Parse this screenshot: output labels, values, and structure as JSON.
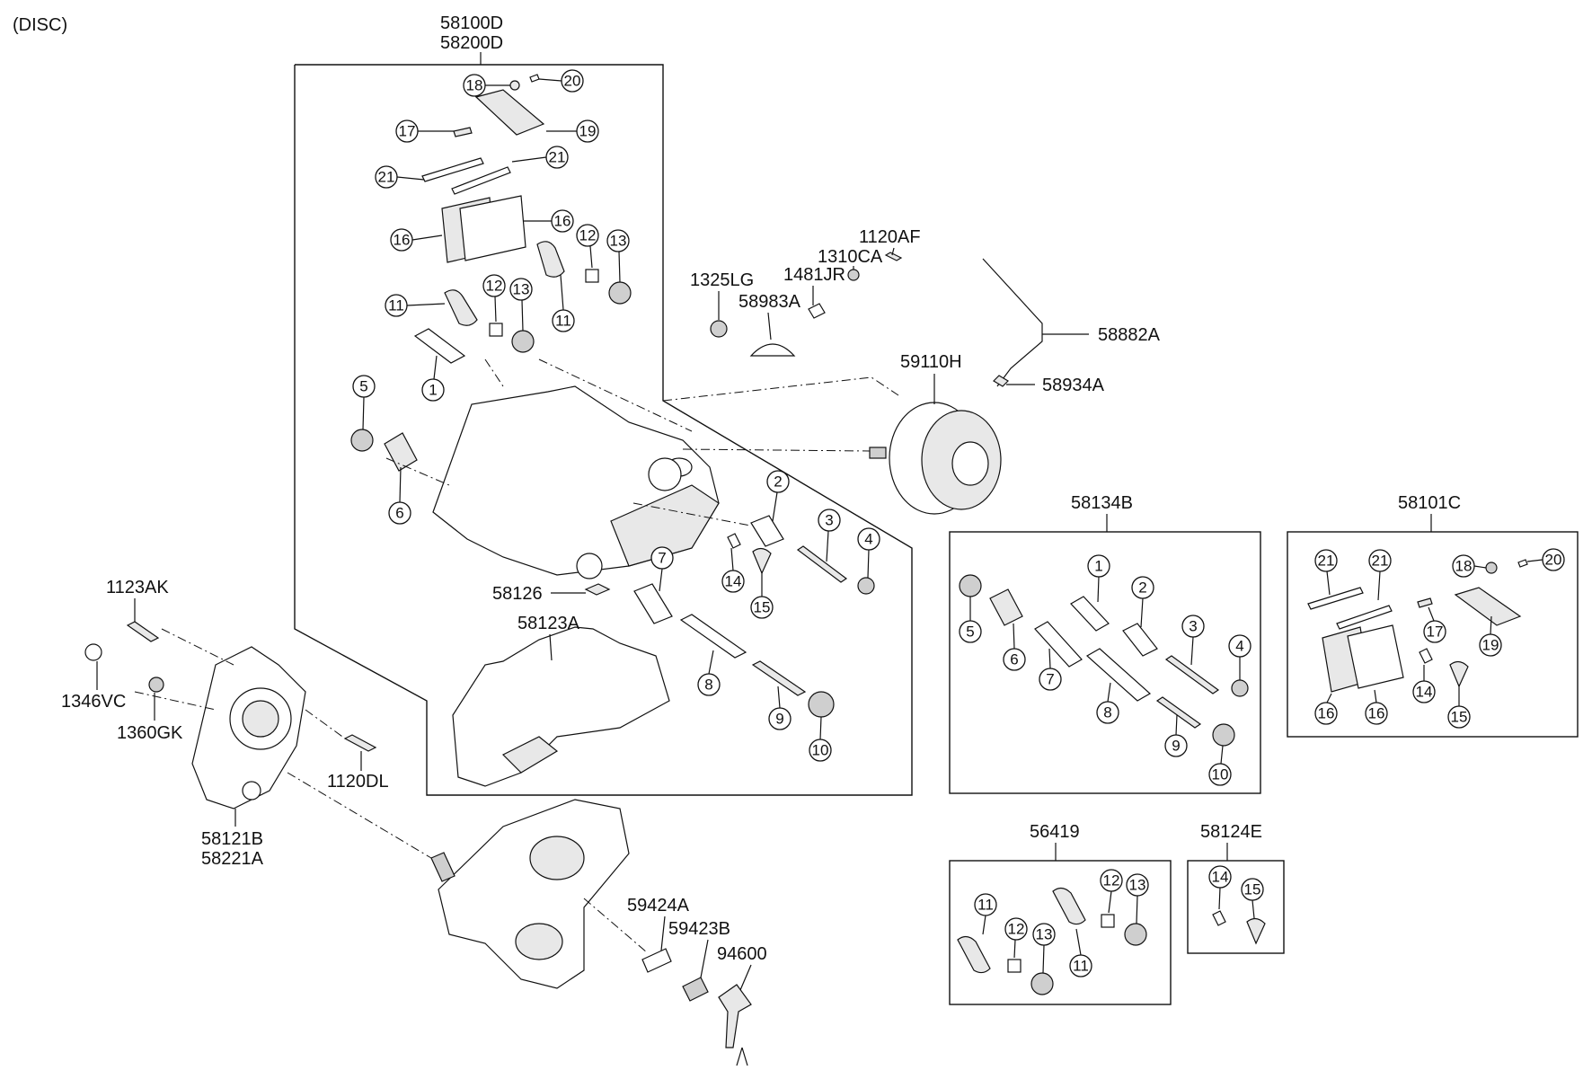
{
  "header": {
    "title": "(DISC)"
  },
  "main_assembly": {
    "labels": [
      "58100D",
      "58200D"
    ],
    "callouts": [
      "18",
      "20",
      "17",
      "19",
      "21",
      "21",
      "16",
      "16",
      "12",
      "13",
      "11",
      "11",
      "12",
      "13",
      "1",
      "5",
      "6",
      "2",
      "3",
      "4",
      "14",
      "15",
      "7",
      "8",
      "9",
      "10"
    ],
    "part_labels": {
      "p58126": "58126",
      "p58123A": "58123A"
    }
  },
  "actuator": {
    "p1120AF": "1120AF",
    "p1310CA": "1310CA",
    "p1481JR": "1481JR",
    "p1325LG": "1325LG",
    "p58983A": "58983A",
    "p58882A": "58882A",
    "p59110H": "59110H",
    "p58934A": "58934A"
  },
  "mount": {
    "p1123AK": "1123AK",
    "p1346VC": "1346VC",
    "p1360GK": "1360GK",
    "p1120DL": "1120DL",
    "p58121B": "58121B",
    "p58221A": "58221A",
    "p59424A": "59424A",
    "p59423B": "59423B",
    "p94600": "94600"
  },
  "kits": {
    "k58134B": {
      "label": "58134B",
      "callouts": [
        "5",
        "6",
        "1",
        "7",
        "2",
        "8",
        "3",
        "9",
        "4",
        "10"
      ]
    },
    "k58101C": {
      "label": "58101C",
      "callouts": [
        "21",
        "21",
        "18",
        "20",
        "17",
        "19",
        "14",
        "16",
        "16",
        "15"
      ]
    },
    "k56419": {
      "label": "56419",
      "callouts": [
        "11",
        "12",
        "13",
        "11",
        "12",
        "13"
      ]
    },
    "k58124E": {
      "label": "58124E",
      "callouts": [
        "14",
        "15"
      ]
    }
  }
}
